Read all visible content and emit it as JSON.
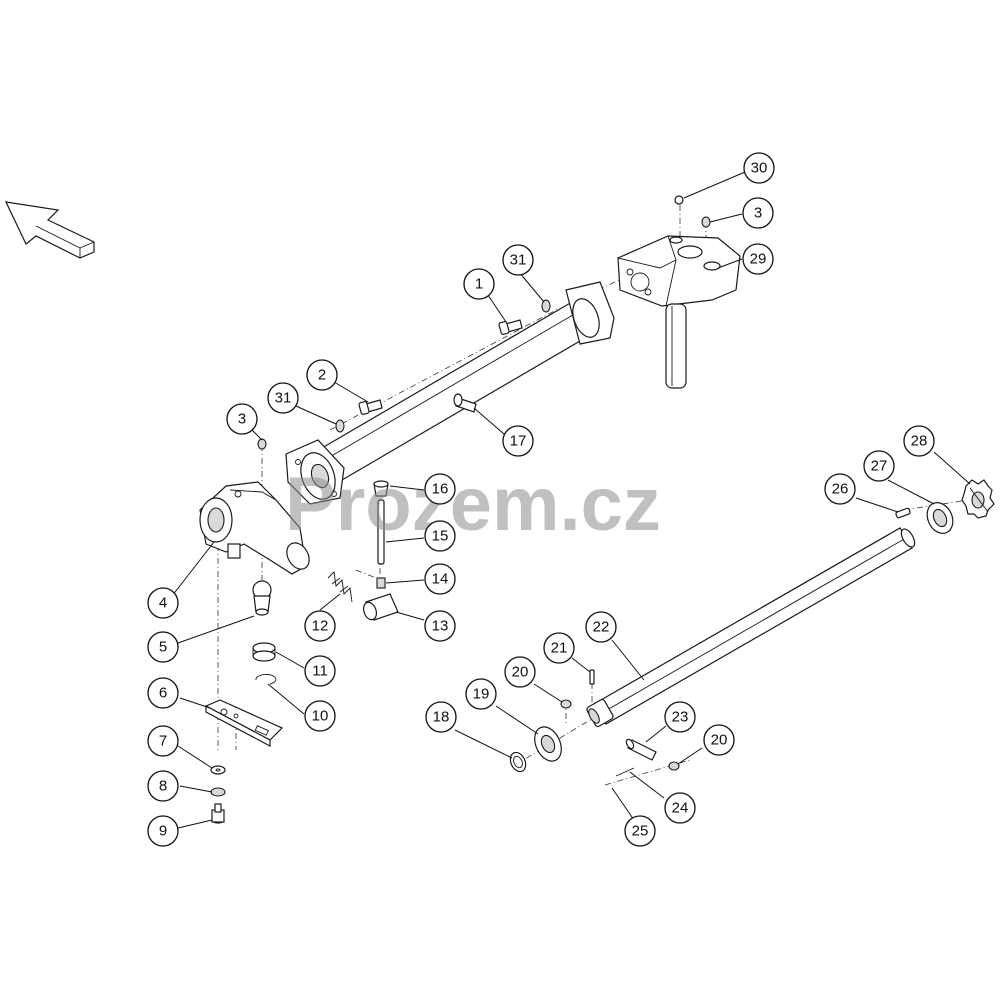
{
  "watermark": "Prozem.cz",
  "callouts": [
    {
      "id": "c30",
      "label": "30"
    },
    {
      "id": "c3a",
      "label": "3"
    },
    {
      "id": "c29",
      "label": "29"
    },
    {
      "id": "c31a",
      "label": "31"
    },
    {
      "id": "c1",
      "label": "1"
    },
    {
      "id": "c2",
      "label": "2"
    },
    {
      "id": "c31b",
      "label": "31"
    },
    {
      "id": "c3b",
      "label": "3"
    },
    {
      "id": "c17",
      "label": "17"
    },
    {
      "id": "c16",
      "label": "16"
    },
    {
      "id": "c15",
      "label": "15"
    },
    {
      "id": "c14",
      "label": "14"
    },
    {
      "id": "c13",
      "label": "13"
    },
    {
      "id": "c12",
      "label": "12"
    },
    {
      "id": "c4",
      "label": "4"
    },
    {
      "id": "c5",
      "label": "5"
    },
    {
      "id": "c11",
      "label": "11"
    },
    {
      "id": "c10",
      "label": "10"
    },
    {
      "id": "c6",
      "label": "6"
    },
    {
      "id": "c7",
      "label": "7"
    },
    {
      "id": "c8",
      "label": "8"
    },
    {
      "id": "c9",
      "label": "9"
    },
    {
      "id": "c28",
      "label": "28"
    },
    {
      "id": "c27",
      "label": "27"
    },
    {
      "id": "c26",
      "label": "26"
    },
    {
      "id": "c22",
      "label": "22"
    },
    {
      "id": "c21",
      "label": "21"
    },
    {
      "id": "c20a",
      "label": "20"
    },
    {
      "id": "c19",
      "label": "19"
    },
    {
      "id": "c18",
      "label": "18"
    },
    {
      "id": "c23",
      "label": "23"
    },
    {
      "id": "c20b",
      "label": "20"
    },
    {
      "id": "c24",
      "label": "24"
    },
    {
      "id": "c25",
      "label": "25"
    }
  ]
}
